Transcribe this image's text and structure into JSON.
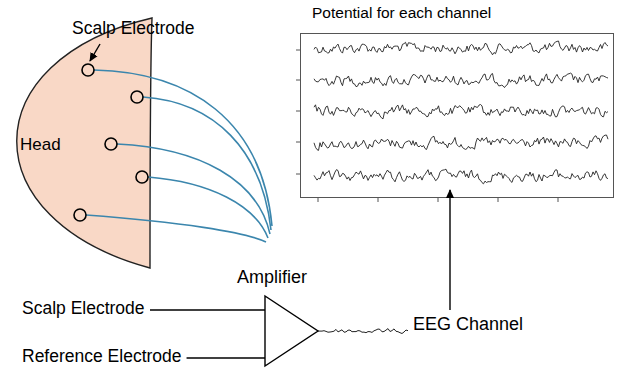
{
  "diagram": {
    "nodes": [
      {
        "text": [
          "Head"
        ]
      },
      {
        "text": [
          "Potential for each channel"
        ]
      },
      {
        "text": [
          "Amplifier"
        ]
      }
    ],
    "labels": [
      "Scalp Electrode",
      "Scalp Electrode",
      "Reference Electrode",
      "EEG Channel"
    ]
  }
}
